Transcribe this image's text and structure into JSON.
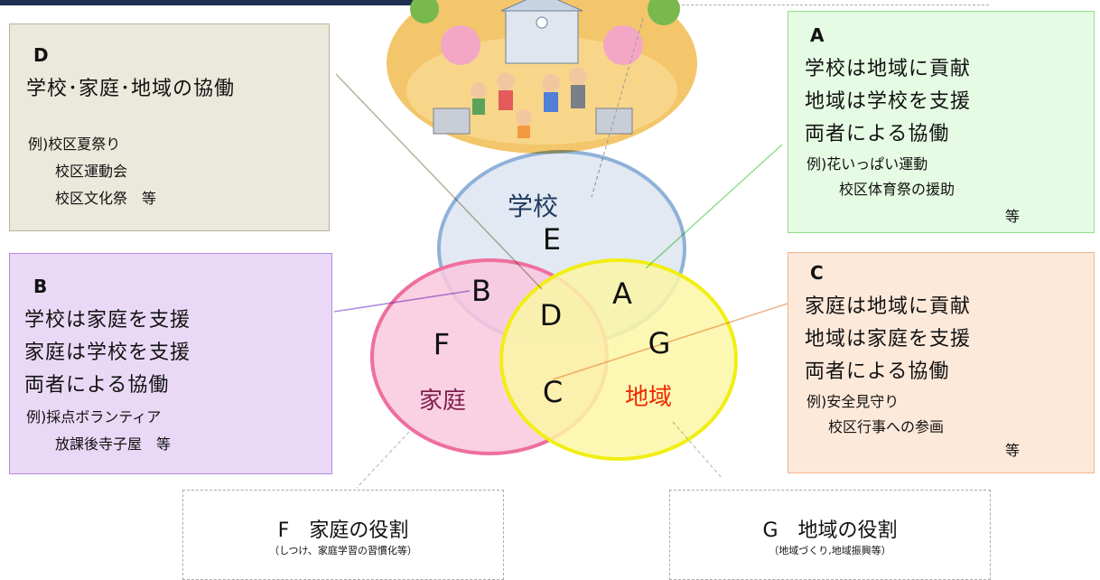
{
  "boxes": {
    "D": {
      "letter": "D",
      "title": "学校･家庭･地域の協働",
      "examples": [
        "例)校区夏祭り",
        "校区運動会",
        "校区文化祭　等"
      ]
    },
    "B": {
      "letter": "B",
      "lines": [
        "学校は家庭を支援",
        "家庭は学校を支援",
        "両者による協働"
      ],
      "examples": [
        "例)採点ボランティア",
        "放課後寺子屋　等"
      ]
    },
    "A": {
      "letter": "A",
      "lines": [
        "学校は地域に貢献",
        "地域は学校を支援",
        "両者による協働"
      ],
      "examples": [
        "例)花いっぱい運動",
        "校区体育祭の援助"
      ],
      "suffix": "等"
    },
    "C": {
      "letter": "C",
      "lines": [
        "家庭は地域に貢献",
        "地域は家庭を支援",
        "両者による協働"
      ],
      "examples": [
        "例)安全見守り",
        "校区行事への参画"
      ],
      "suffix": "等"
    },
    "F": {
      "title": "F　家庭の役割",
      "sub": "（しつけ、家庭学習の習慣化等）"
    },
    "G": {
      "title": "G　地域の役割",
      "sub": "（地域づくり,地域振興等）"
    }
  },
  "venn": {
    "school": "学校",
    "home": "家庭",
    "community": "地域",
    "regions": {
      "A": "A",
      "B": "B",
      "C": "C",
      "D": "D",
      "E": "E",
      "F": "F",
      "G": "G"
    }
  },
  "colors": {
    "school_fill": "#dde5f1",
    "school_stroke": "#8fb1d9",
    "home_fill": "#f9c8de",
    "home_stroke": "#ee6f9d",
    "community_fill": "#fbf7a6",
    "community_stroke": "#f1ee14",
    "home_label": "#7f1f4a",
    "community_label": "#ee2a00",
    "school_label": "#1f3a5e"
  },
  "illustration": {
    "name": "school-community-illustration"
  }
}
